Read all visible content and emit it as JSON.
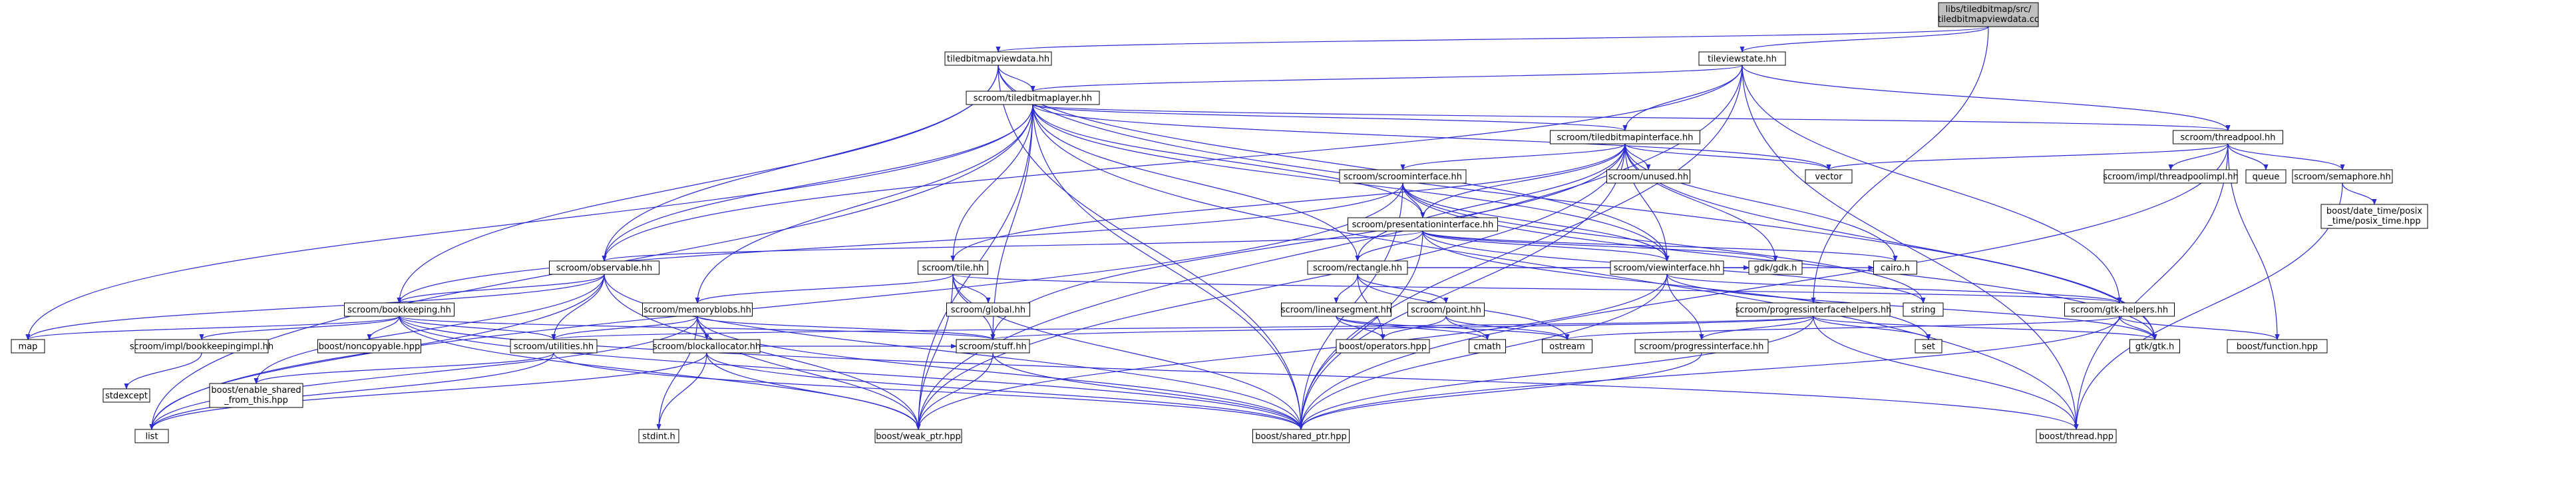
{
  "colors": {
    "root_fill": "#bfbfbf",
    "node_fill": "#ffffff",
    "node_border": "#000000",
    "edge": "#2b2bd0",
    "system_border": "#bfbfbf"
  },
  "nodes": [
    {
      "id": "root",
      "lines": [
        "libs/tiledbitmap/src/",
        "tiledbitmapviewdata.cc"
      ]
    },
    {
      "id": "tbvd",
      "lines": [
        "tiledbitmapviewdata.hh"
      ]
    },
    {
      "id": "tvs",
      "lines": [
        "tileviewstate.hh"
      ]
    },
    {
      "id": "tbl",
      "lines": [
        "scroom/tiledbitmaplayer.hh"
      ]
    },
    {
      "id": "tbi",
      "lines": [
        "scroom/tiledbitmapinterface.hh"
      ]
    },
    {
      "id": "tp",
      "lines": [
        "scroom/threadpool.hh"
      ]
    },
    {
      "id": "vec",
      "lines": [
        "vector"
      ]
    },
    {
      "id": "tpi",
      "lines": [
        "scroom/impl/threadpoolimpl.hh"
      ]
    },
    {
      "id": "queue",
      "lines": [
        "queue"
      ]
    },
    {
      "id": "sem",
      "lines": [
        "scroom/semaphore.hh"
      ]
    },
    {
      "id": "posix",
      "lines": [
        "boost/date_time/posix",
        "_time/posix_time.hpp"
      ]
    },
    {
      "id": "unused",
      "lines": [
        "scroom/unused.hh"
      ]
    },
    {
      "id": "si",
      "lines": [
        "scroom/scroominterface.hh"
      ]
    },
    {
      "id": "pi",
      "lines": [
        "scroom/presentationinterface.hh"
      ]
    },
    {
      "id": "obs",
      "lines": [
        "scroom/observable.hh"
      ]
    },
    {
      "id": "tile",
      "lines": [
        "scroom/tile.hh"
      ]
    },
    {
      "id": "global",
      "lines": [
        "scroom/global.hh"
      ]
    },
    {
      "id": "rect",
      "lines": [
        "scroom/rectangle.hh"
      ]
    },
    {
      "id": "vi",
      "lines": [
        "scroom/viewinterface.hh"
      ]
    },
    {
      "id": "gdk",
      "lines": [
        "gdk/gdk.h"
      ]
    },
    {
      "id": "cairo",
      "lines": [
        "cairo.h"
      ]
    },
    {
      "id": "string",
      "lines": [
        "string"
      ]
    },
    {
      "id": "gh",
      "lines": [
        "scroom/gtk-helpers.hh"
      ]
    },
    {
      "id": "bk",
      "lines": [
        "scroom/bookkeeping.hh"
      ]
    },
    {
      "id": "mb",
      "lines": [
        "scroom/memoryblobs.hh"
      ]
    },
    {
      "id": "ls",
      "lines": [
        "scroom/linearsegment.hh"
      ]
    },
    {
      "id": "point",
      "lines": [
        "scroom/point.hh"
      ]
    },
    {
      "id": "pih",
      "lines": [
        "scroom/progressinterfacehelpers.hh"
      ]
    },
    {
      "id": "map",
      "lines": [
        "map"
      ]
    },
    {
      "id": "bki",
      "lines": [
        "scroom/impl/bookkeepingimpl.hh"
      ]
    },
    {
      "id": "nonc",
      "lines": [
        "boost/noncopyable.hpp"
      ]
    },
    {
      "id": "util",
      "lines": [
        "scroom/utilities.hh"
      ]
    },
    {
      "id": "ba",
      "lines": [
        "scroom/blockallocator.hh"
      ]
    },
    {
      "id": "stuff",
      "lines": [
        "scroom/stuff.hh"
      ]
    },
    {
      "id": "bop",
      "lines": [
        "boost/operators.hpp"
      ]
    },
    {
      "id": "cmath",
      "lines": [
        "cmath"
      ]
    },
    {
      "id": "ostream",
      "lines": [
        "ostream"
      ]
    },
    {
      "id": "progi",
      "lines": [
        "scroom/progressinterface.hh"
      ]
    },
    {
      "id": "set",
      "lines": [
        "set"
      ]
    },
    {
      "id": "gtk",
      "lines": [
        "gtk/gtk.h"
      ]
    },
    {
      "id": "bfunc",
      "lines": [
        "boost/function.hpp"
      ]
    },
    {
      "id": "stdexcept",
      "lines": [
        "stdexcept"
      ]
    },
    {
      "id": "esft",
      "lines": [
        "boost/enable_shared",
        "_from_this.hpp"
      ]
    },
    {
      "id": "list",
      "lines": [
        "list"
      ]
    },
    {
      "id": "stdint",
      "lines": [
        "stdint.h"
      ]
    },
    {
      "id": "wp",
      "lines": [
        "boost/weak_ptr.hpp"
      ]
    },
    {
      "id": "sp",
      "lines": [
        "boost/shared_ptr.hpp"
      ]
    },
    {
      "id": "thread",
      "lines": [
        "boost/thread.hpp"
      ]
    }
  ],
  "edges": [
    [
      "root",
      "tbvd"
    ],
    [
      "root",
      "tvs"
    ],
    [
      "root",
      "pih"
    ],
    [
      "tbvd",
      "tbl"
    ],
    [
      "tbvd",
      "vi"
    ],
    [
      "tbvd",
      "obs"
    ],
    [
      "tbvd",
      "bk"
    ],
    [
      "tbvd",
      "sp"
    ],
    [
      "tbvd",
      "gtk"
    ],
    [
      "tvs",
      "tbl"
    ],
    [
      "tvs",
      "tbi"
    ],
    [
      "tvs",
      "tp"
    ],
    [
      "tvs",
      "obs"
    ],
    [
      "tvs",
      "gh"
    ],
    [
      "tvs",
      "wp"
    ],
    [
      "tvs",
      "sp"
    ],
    [
      "tvs",
      "thread"
    ],
    [
      "tbl",
      "tbi"
    ],
    [
      "tbl",
      "tp"
    ],
    [
      "tbl",
      "obs"
    ],
    [
      "tbl",
      "tile"
    ],
    [
      "tbl",
      "rect"
    ],
    [
      "tbl",
      "vi"
    ],
    [
      "tbl",
      "pi"
    ],
    [
      "tbl",
      "mb"
    ],
    [
      "tbl",
      "stuff"
    ],
    [
      "tbl",
      "vec"
    ],
    [
      "tbl",
      "map"
    ],
    [
      "tbl",
      "list"
    ],
    [
      "tbl",
      "wp"
    ],
    [
      "tbl",
      "sp"
    ],
    [
      "tbl",
      "thread"
    ],
    [
      "tbi",
      "unused"
    ],
    [
      "tbi",
      "si"
    ],
    [
      "tbi",
      "pi"
    ],
    [
      "tbi",
      "vi"
    ],
    [
      "tbi",
      "rect"
    ],
    [
      "tbi",
      "tile"
    ],
    [
      "tbi",
      "stuff"
    ],
    [
      "tbi",
      "vec"
    ],
    [
      "tbi",
      "gdk"
    ],
    [
      "tbi",
      "cairo"
    ],
    [
      "tbi",
      "gtk"
    ],
    [
      "tbi",
      "sp"
    ],
    [
      "tbi",
      "wp"
    ],
    [
      "tp",
      "tpi"
    ],
    [
      "tp",
      "queue"
    ],
    [
      "tp",
      "sem"
    ],
    [
      "tp",
      "vec"
    ],
    [
      "tp",
      "bfunc"
    ],
    [
      "tp",
      "sp"
    ],
    [
      "tp",
      "thread"
    ],
    [
      "sem",
      "posix"
    ],
    [
      "sem",
      "thread"
    ],
    [
      "si",
      "pi"
    ],
    [
      "si",
      "vi"
    ],
    [
      "si",
      "bk"
    ],
    [
      "si",
      "gtk"
    ],
    [
      "si",
      "list"
    ],
    [
      "si",
      "string"
    ],
    [
      "si",
      "sp"
    ],
    [
      "pi",
      "obs"
    ],
    [
      "pi",
      "rect"
    ],
    [
      "pi",
      "vi"
    ],
    [
      "pi",
      "gdk"
    ],
    [
      "pi",
      "cairo"
    ],
    [
      "pi",
      "string"
    ],
    [
      "pi",
      "set"
    ],
    [
      "pi",
      "sp"
    ],
    [
      "obs",
      "bk"
    ],
    [
      "obs",
      "util"
    ],
    [
      "obs",
      "list"
    ],
    [
      "obs",
      "map"
    ],
    [
      "obs",
      "esft"
    ],
    [
      "obs",
      "wp"
    ],
    [
      "obs",
      "sp"
    ],
    [
      "tile",
      "global"
    ],
    [
      "tile",
      "mb"
    ],
    [
      "tile",
      "stuff"
    ],
    [
      "tile",
      "sp"
    ],
    [
      "tile",
      "wp"
    ],
    [
      "tile",
      "gh"
    ],
    [
      "rect",
      "ls"
    ],
    [
      "rect",
      "point"
    ],
    [
      "rect",
      "bop"
    ],
    [
      "rect",
      "ostream"
    ],
    [
      "rect",
      "gdk"
    ],
    [
      "rect",
      "cairo"
    ],
    [
      "vi",
      "gdk"
    ],
    [
      "vi",
      "gh"
    ],
    [
      "vi",
      "progi"
    ],
    [
      "vi",
      "sp"
    ],
    [
      "vi",
      "wp"
    ],
    [
      "vi",
      "gtk"
    ],
    [
      "gh",
      "gtk"
    ],
    [
      "gh",
      "bfunc"
    ],
    [
      "gh",
      "ostream"
    ],
    [
      "gh",
      "sp"
    ],
    [
      "bk",
      "map"
    ],
    [
      "bk",
      "bki"
    ],
    [
      "bk",
      "nonc"
    ],
    [
      "bk",
      "util"
    ],
    [
      "bk",
      "stuff"
    ],
    [
      "bk",
      "wp"
    ],
    [
      "bk",
      "sp"
    ],
    [
      "bk",
      "thread"
    ],
    [
      "mb",
      "ba"
    ],
    [
      "mb",
      "util"
    ],
    [
      "mb",
      "stuff"
    ],
    [
      "mb",
      "list"
    ],
    [
      "mb",
      "stdint"
    ],
    [
      "mb",
      "wp"
    ],
    [
      "mb",
      "sp"
    ],
    [
      "ls",
      "bop"
    ],
    [
      "ls",
      "cmath"
    ],
    [
      "ls",
      "ostream"
    ],
    [
      "point",
      "bop"
    ],
    [
      "point",
      "ostream"
    ],
    [
      "point",
      "cmath"
    ],
    [
      "pih",
      "progi"
    ],
    [
      "pih",
      "stuff"
    ],
    [
      "pih",
      "util"
    ],
    [
      "pih",
      "set"
    ],
    [
      "pih",
      "gtk"
    ],
    [
      "pih",
      "sp"
    ],
    [
      "pih",
      "thread"
    ],
    [
      "bki",
      "stdexcept"
    ],
    [
      "util",
      "esft"
    ],
    [
      "util",
      "list"
    ],
    [
      "util",
      "sp"
    ],
    [
      "ba",
      "list"
    ],
    [
      "ba",
      "stdint"
    ],
    [
      "ba",
      "stuff"
    ],
    [
      "ba",
      "wp"
    ],
    [
      "ba",
      "sp"
    ],
    [
      "stuff",
      "wp"
    ],
    [
      "stuff",
      "sp"
    ],
    [
      "progi",
      "sp"
    ]
  ]
}
